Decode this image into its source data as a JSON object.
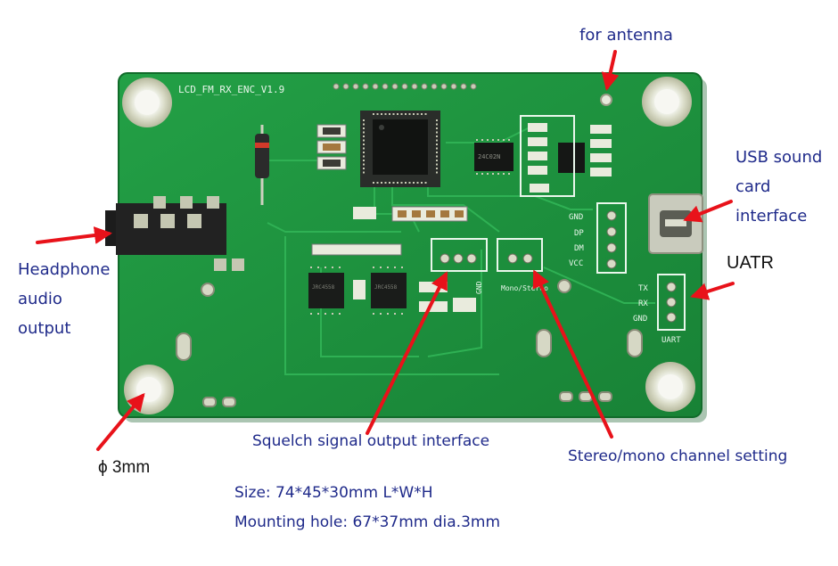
{
  "board": {
    "silkscreen_title": "LCD_FM_RX_ENC_V1.9",
    "usb_pins": [
      "GND",
      "DP",
      "DM",
      "VCC"
    ],
    "uart_pins": [
      "TX",
      "RX",
      "GND"
    ],
    "uart_label": "UART",
    "squelch_pin_label": "GND",
    "mode_label": "Mono/Stereo",
    "chip_marking_left": "JRC4558",
    "chip_marking_right": "JRC4558",
    "chip_marking_small": "24C02N"
  },
  "callouts": {
    "antenna": "for antenna",
    "usb_line1": "USB sound",
    "usb_line2": "card",
    "usb_line3": "interface",
    "uart": "UATR",
    "headphone_line1": "Headphone",
    "headphone_line2": "audio",
    "headphone_line3": "output",
    "hole": "ϕ 3mm",
    "squelch": "Squelch signal output interface",
    "stereo": "Stereo/mono channel setting"
  },
  "specs": {
    "size": "Size: 74*45*30mm L*W*H",
    "mounting": "Mounting hole: 67*37mm  dia.3mm"
  },
  "colors": {
    "pcb": "#1f8f3c",
    "pcb_edge": "#157a30",
    "arrow": "#e8121a",
    "label": "#1f2a8a"
  }
}
